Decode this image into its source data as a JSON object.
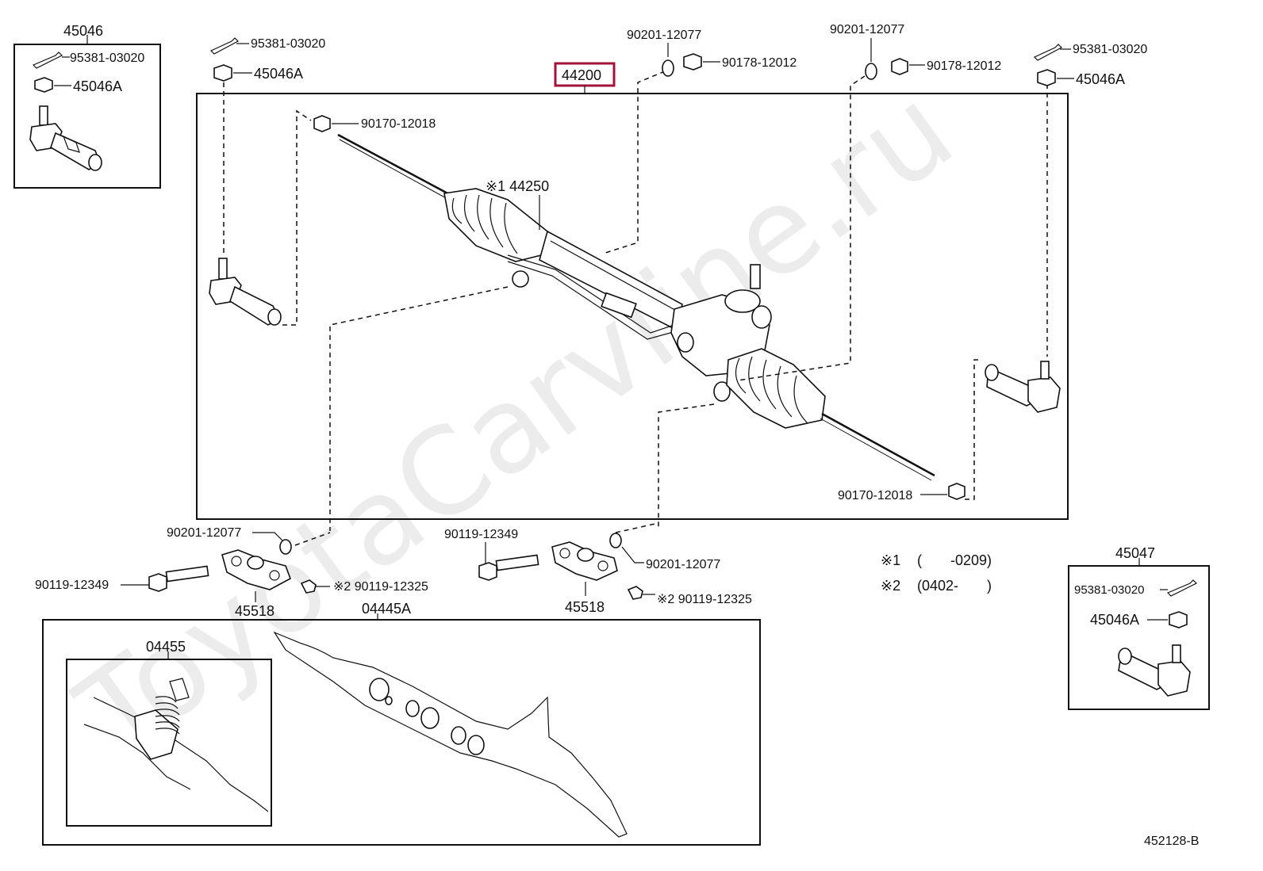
{
  "watermark": "ToyotaCarvline.ru",
  "diagram_code": "452128-B",
  "main_assembly": {
    "number": "44200"
  },
  "callouts": {
    "tl_group": "45046",
    "tl_cotter": "95381-03020",
    "tl_nut": "45046A",
    "l_cotter": "95381-03020",
    "l_nut": "45046A",
    "rack_nut_left": "90170-12018",
    "boot": "※1 44250",
    "washer_top_left": "90201-12077",
    "nut_top_left": "90178-12012",
    "washer_top_right": "90201-12077",
    "nut_top_right": "90178-12012",
    "r_cotter": "95381-03020",
    "r_nut": "45046A",
    "rack_nut_right": "90170-12018",
    "washer_bl": "90201-12077",
    "bolt_bl": "90119-12349",
    "bolt_bl_small": "※2 90119-12325",
    "bracket_l": "45518",
    "bolt_br": "90119-12349",
    "washer_br": "90201-12077",
    "bolt_br_small": "※2 90119-12325",
    "bracket_r": "45518",
    "kit_main": "04445A",
    "kit_sub": "04455",
    "br_group": "45047",
    "br_cotter": "95381-03020",
    "br_nut": "45046A"
  },
  "notes": [
    {
      "mark": "※1",
      "range": "(　　-0209)"
    },
    {
      "mark": "※2",
      "range": "(0402-　　)"
    }
  ]
}
